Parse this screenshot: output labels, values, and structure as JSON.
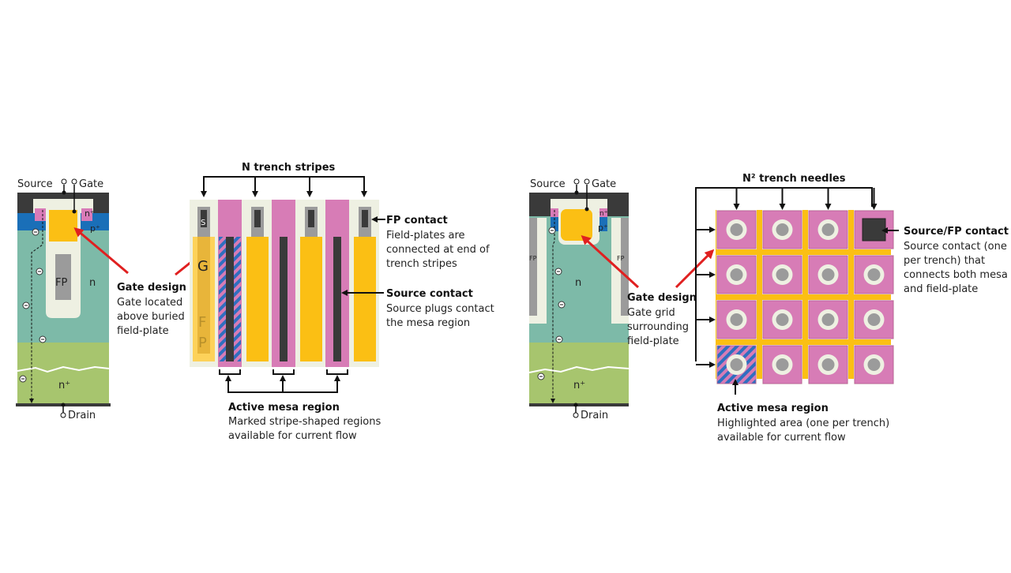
{
  "colors": {
    "metal": "#3a3a3a",
    "oxide": "#eef0e2",
    "gate": "#fbbf14",
    "n_plus_source": "#d97bb8",
    "p_body": "#1a6fb8",
    "n_drift": "#7dbaa8",
    "n_plus_substrate": "#a7c56e",
    "field_plate": "#9b9b9b",
    "mesa": "#d77cb6",
    "arrow_red": "#e02020",
    "arrow_black": "#111111"
  },
  "left_cross_section": {
    "source_label": "Source",
    "gate_label": "Gate",
    "drain_label": "Drain",
    "n_plus_top_label": "n⁺",
    "p_label": "p⁺",
    "fp_label": "FP",
    "n_label": "n",
    "n_plus_label": "n⁺",
    "annotation_title": "Gate design",
    "annotation_lines": [
      "Gate located",
      "above buried",
      "field-plate"
    ]
  },
  "stripe_layout": {
    "title": "N trench stripes",
    "s_label": "S",
    "g_label": "G",
    "fp_letters": [
      "F",
      "P"
    ],
    "fp_contact_title": "FP contact",
    "fp_contact_lines": [
      "Field-plates  are",
      "connected  at end of",
      "trench stripes"
    ],
    "source_contact_title": "Source contact",
    "source_contact_lines": [
      "Source plugs contact",
      "the mesa region"
    ],
    "mesa_title": "Active mesa region",
    "mesa_lines": [
      "Marked stripe-shaped  regions",
      "available for current flow"
    ]
  },
  "right_cross_section": {
    "source_label": "Source",
    "gate_label": "Gate",
    "drain_label": "Drain",
    "n_plus_top_label": "n⁺",
    "p_label": "p⁺",
    "fp_left_label": "FP",
    "fp_right_label": "FP",
    "n_label": "n",
    "n_plus_label": "n⁺",
    "annotation_title": "Gate design",
    "annotation_lines": [
      "Gate grid",
      "surrounding",
      "field-plate"
    ]
  },
  "needle_layout": {
    "title": "N² trench needles",
    "grid_rows": 4,
    "grid_cols": 4,
    "source_fp_title": "Source/FP  contact",
    "source_fp_lines": [
      "Source contact (one",
      "per trench) that",
      "connects both mesa",
      "and field-plate"
    ],
    "mesa_title": "Active mesa region",
    "mesa_lines": [
      "Highlighted  area (one per trench)",
      "available for current flow"
    ]
  }
}
